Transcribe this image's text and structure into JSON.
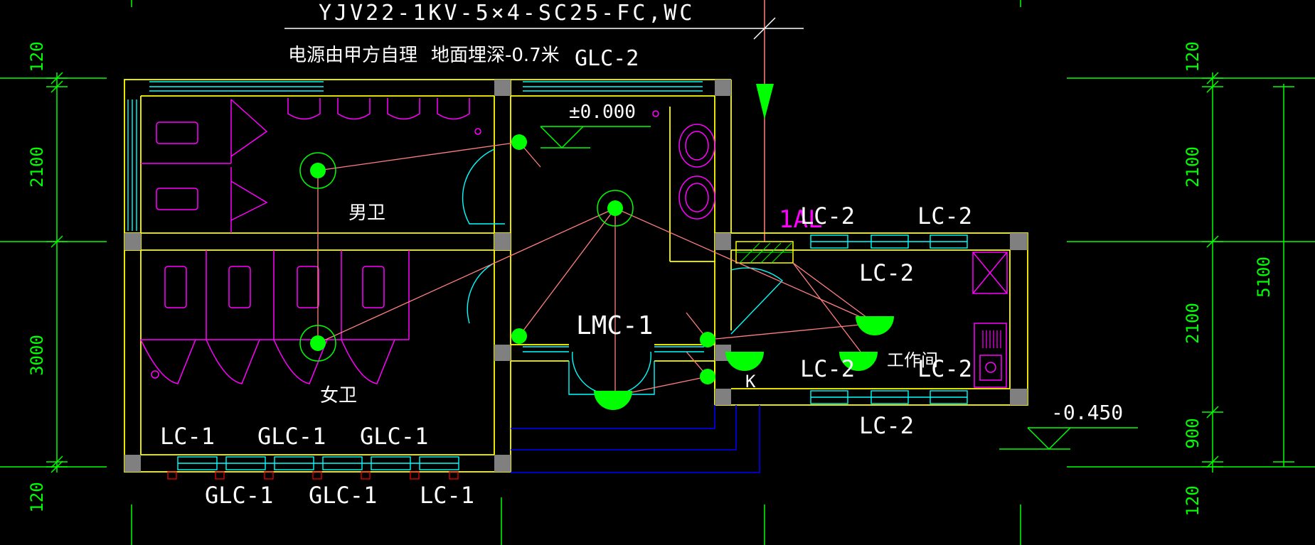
{
  "title_line": "YJV22-1KV-5×4-SC25-FC,WC",
  "power_note": "电源由甲方自理",
  "depth_note": "地面埋深-0.7米",
  "top_window": "GLC-2",
  "elevation_main": "±0.000",
  "elevation_outside": "-0.450",
  "room_labels": {
    "men": "男卫",
    "women": "女卫",
    "workroom": "工作间",
    "panel": "1AL",
    "switch_k": "K"
  },
  "door_label": "LMC-1",
  "bottom_windows_upper": [
    "LC-1",
    "GLC-1",
    "GLC-1"
  ],
  "bottom_windows_lower": [
    "GLC-1",
    "GLC-1",
    "LC-1"
  ],
  "workroom_windows": [
    "LC-2",
    "LC-2",
    "LC-2",
    "LC-2",
    "LC-2",
    "LC-2"
  ],
  "dims_left": [
    "120",
    "2100",
    "3000",
    "120"
  ],
  "dims_right": [
    "120",
    "2100",
    "2100",
    "900",
    "120"
  ],
  "dim_total_right": "5100",
  "colors": {
    "background": "#000000",
    "grid": "#00ff00",
    "wall": "#ffff00",
    "fixture": "#ff00ff",
    "window": "#00ffff",
    "wire": "#ff8080",
    "text": "#ffffff",
    "cable": "#0000ff"
  }
}
